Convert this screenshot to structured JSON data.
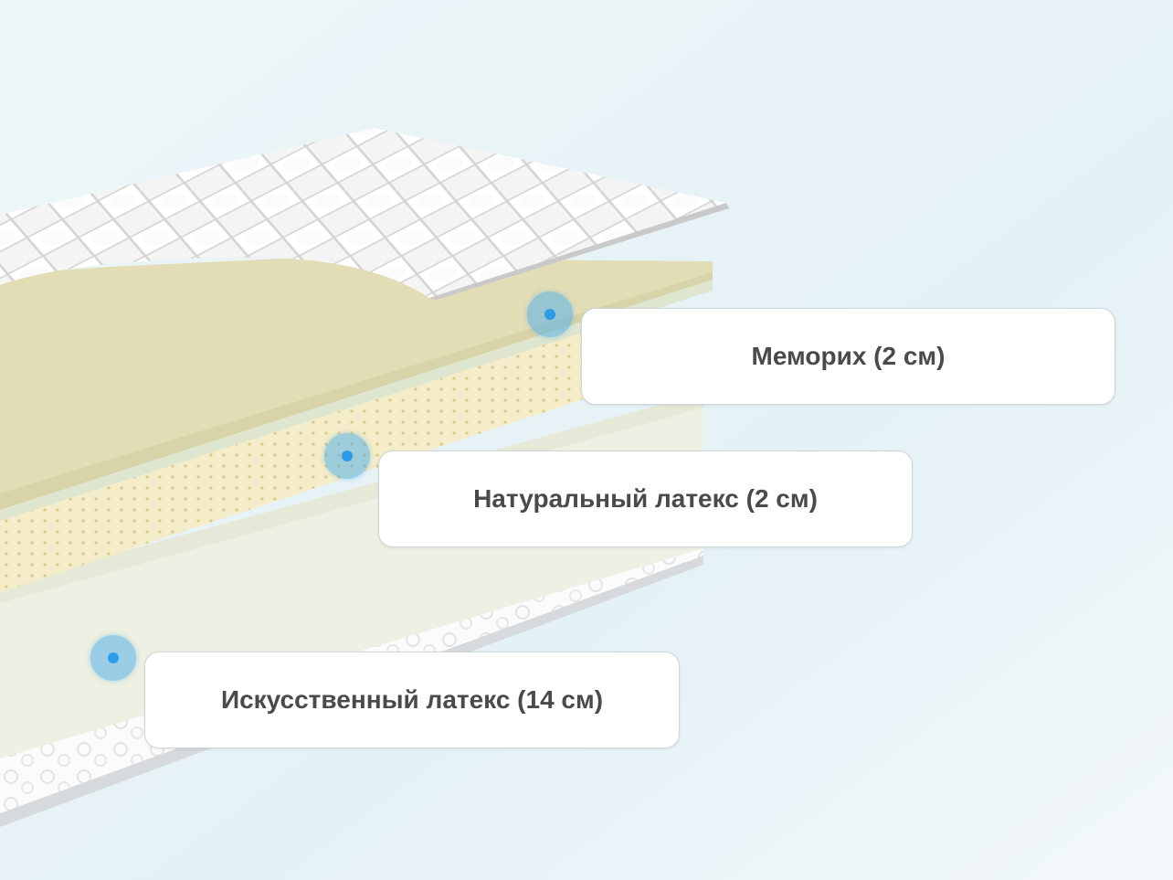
{
  "colors": {
    "background": "#e6f2f6",
    "hotspot": "#54b0e8",
    "hotspot_core": "#2e9be6",
    "label_text": "#4a4a4a",
    "memory_foam": "#e2dcb4",
    "natural_latex": "#f4ecc8",
    "artificial_latex": "#eef0e2",
    "quilted_cover": "#f2f2f2"
  },
  "layers": [
    {
      "id": "memorix",
      "label": "Мемориx (2 см)",
      "icon": "hotspot-dot-icon"
    },
    {
      "id": "natural-latex",
      "label": "Натуральный латекс (2 см)",
      "icon": "hotspot-dot-icon"
    },
    {
      "id": "artificial-latex",
      "label": "Искусственный латекс (14 см)",
      "icon": "hotspot-dot-icon"
    }
  ]
}
